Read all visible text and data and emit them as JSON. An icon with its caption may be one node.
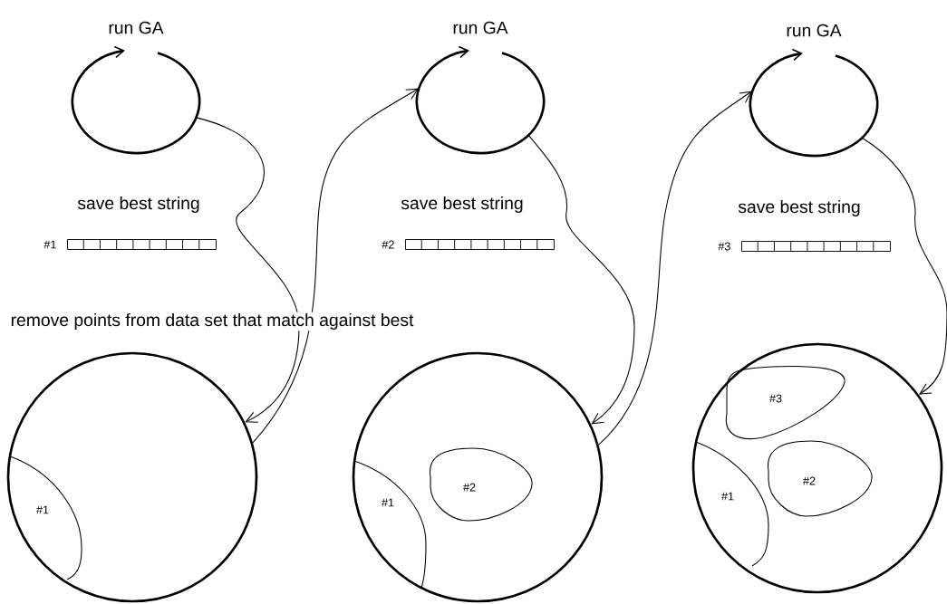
{
  "diagram": {
    "nodes": [
      {
        "text": [
          "run GA"
        ]
      },
      {
        "text": [],
        "shape": "bar",
        "beside": [
          "#1"
        ]
      },
      {
        "text": [],
        "shape": "circle"
      },
      {
        "text": [
          "#1"
        ],
        "in": 2
      },
      {
        "text": [
          "run GA"
        ]
      },
      {
        "text": [],
        "shape": "bar",
        "beside": [
          "#2"
        ]
      },
      {
        "text": [],
        "shape": "circle"
      },
      {
        "text": [
          "#1"
        ],
        "in": 6
      },
      {
        "text": [
          "#2"
        ],
        "in": 6
      },
      {
        "text": [
          "run GA"
        ]
      },
      {
        "text": [],
        "shape": "bar",
        "beside": [
          "#3"
        ]
      },
      {
        "text": [],
        "shape": "circle"
      },
      {
        "text": [
          "#3"
        ],
        "in": 11
      },
      {
        "text": [
          "#1"
        ],
        "in": 11
      },
      {
        "text": [
          "#2"
        ],
        "in": 11
      }
    ],
    "edges": [
      {
        "from": 0,
        "to": 2,
        "arrow": "to"
      },
      {
        "from": 2,
        "to": 4,
        "arrow": "to"
      },
      {
        "from": 4,
        "to": 6,
        "arrow": "to"
      },
      {
        "from": 6,
        "to": 9,
        "arrow": "to"
      },
      {
        "from": 9,
        "to": 11,
        "arrow": "to"
      }
    ],
    "labels": [
      "save best string",
      "save best string",
      "save best string",
      "remove points from data set that match against best"
    ]
  }
}
